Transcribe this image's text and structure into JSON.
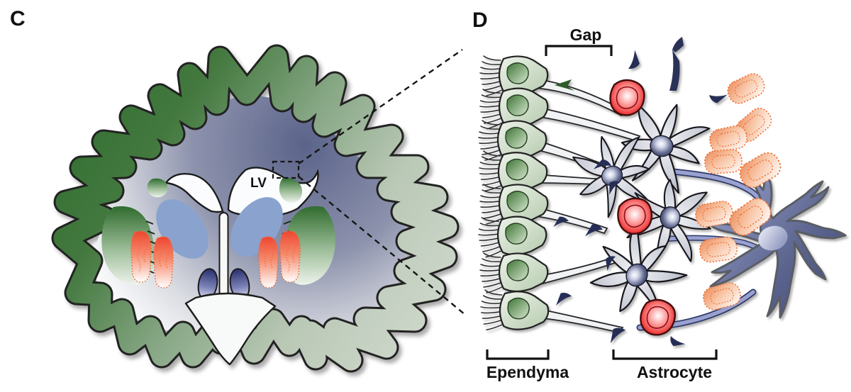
{
  "panel_c": {
    "label": "C",
    "ventricle_label": "LV"
  },
  "panel_d": {
    "label": "D",
    "gap_label": "Gap",
    "ependyma_label": "Ependyma",
    "astrocyte_label": "Astrocyte"
  },
  "colors": {
    "cortex_green_dark": "#2f6d2f",
    "cortex_green_pale": "#ccd6c9",
    "white_matter_slate": "#5b638a",
    "thalamus_blue": "#8aa2ce",
    "deep_nucleus_navy": "#272e6e",
    "pallidum_red": "#ef4630",
    "degenerating_cell_orange": "#ef7238",
    "red_cell": "#e62e2e",
    "ependyma_green": "#3d7434",
    "astrocyte_gray": "#9aa0b0",
    "neuron_purple": "#4a5287",
    "outline_ink": "#1e1e1e"
  }
}
